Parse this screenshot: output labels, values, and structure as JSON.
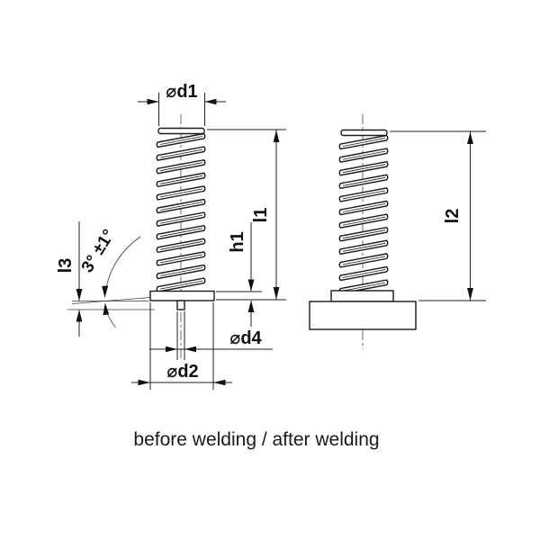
{
  "drawing": {
    "labels": {
      "d1": "⌀d1",
      "d2": "⌀d2",
      "d4": "⌀d4",
      "l1": "l1",
      "l2": "l2",
      "l3": "l3",
      "h1": "h1",
      "angle": "3° ±1°"
    },
    "caption": "before welding / after welding",
    "colors": {
      "line": "#1a1a1a",
      "dimension": "#222222",
      "background": "#ffffff"
    }
  }
}
